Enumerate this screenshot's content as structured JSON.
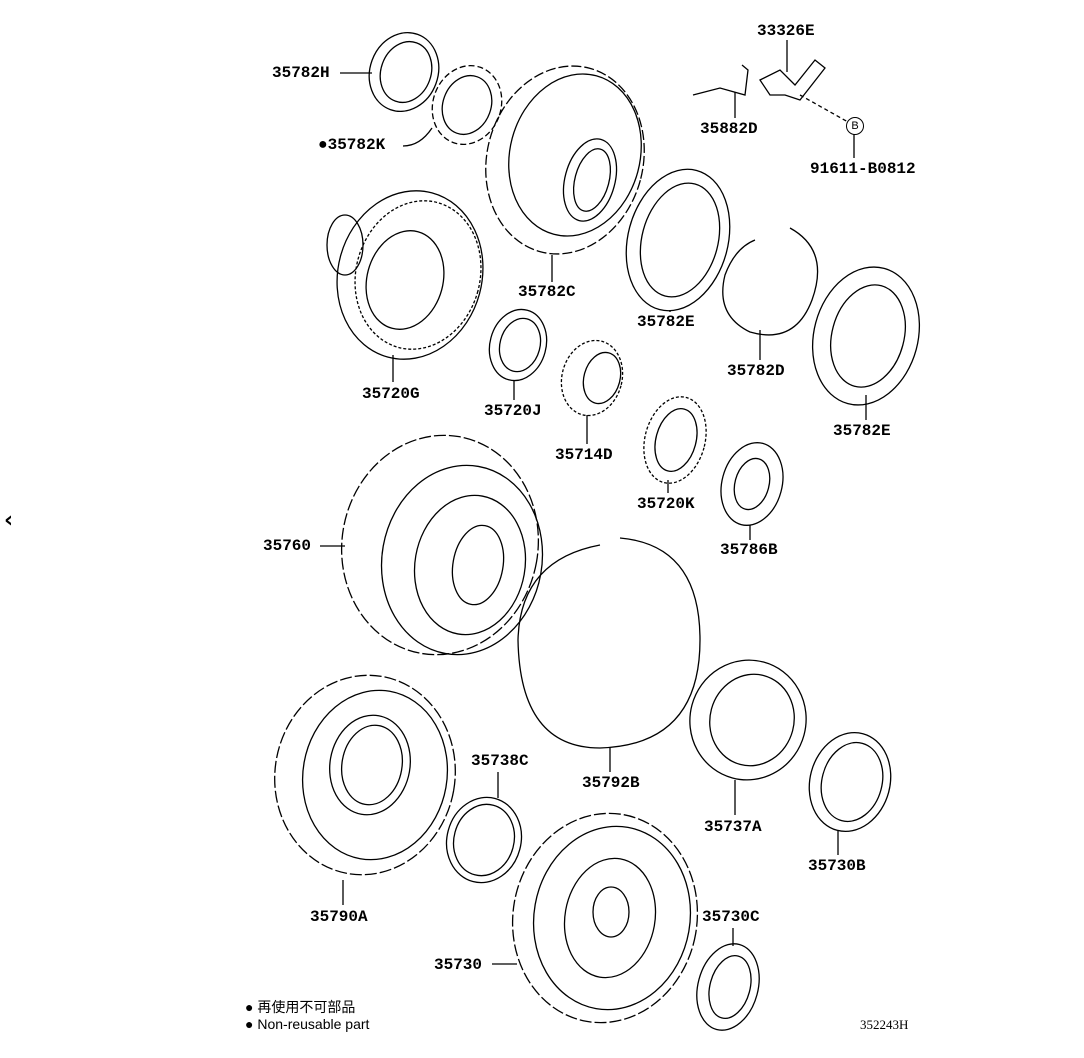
{
  "nav": {
    "back_icon": "chevron-left-icon"
  },
  "labels": {
    "p35782H": "35782H",
    "p35782K": "●35782K",
    "p33326E": "33326E",
    "p35882D": "35882D",
    "ref_b": "B",
    "p91611B0812": "91611-B0812",
    "p35782C": "35782C",
    "p35720G": "35720G",
    "p35782E_a": "35782E",
    "p35782D": "35782D",
    "p35782E_b": "35782E",
    "p35720J": "35720J",
    "p35714D": "35714D",
    "p35720K": "35720K",
    "p35786B": "35786B",
    "p35760": "35760",
    "p35738C": "35738C",
    "p35792B": "35792B",
    "p35737A": "35737A",
    "p35730B": "35730B",
    "p35790A": "35790A",
    "p35730C": "35730C",
    "p35730": "35730"
  },
  "legend": {
    "jp": "● 再使用不可部品",
    "en": "● Non-reusable part"
  },
  "diagram_code": "352243H"
}
